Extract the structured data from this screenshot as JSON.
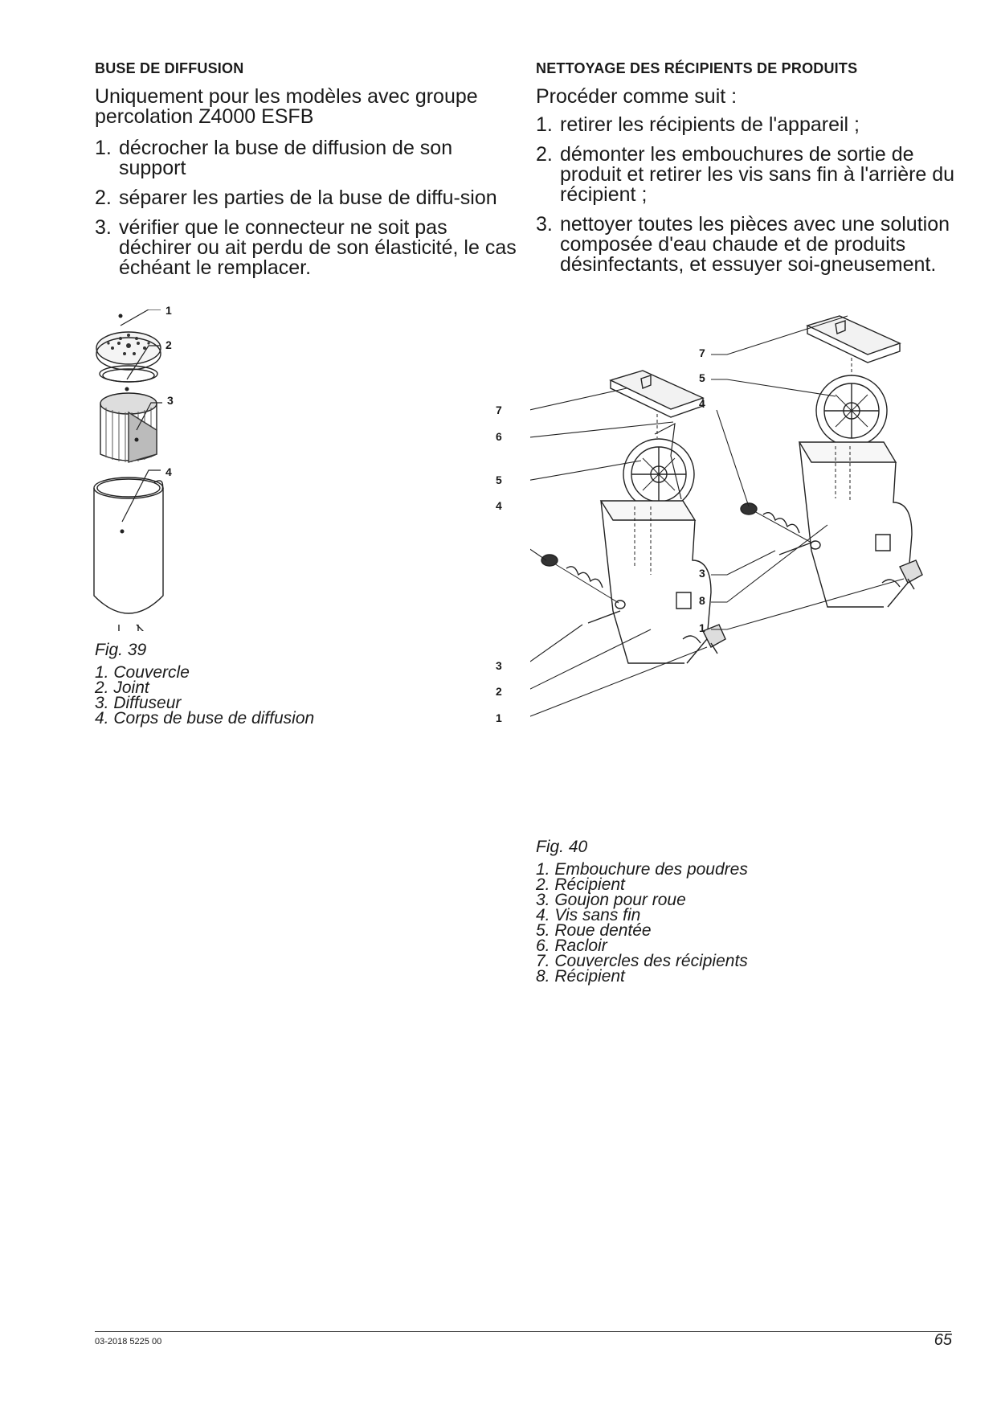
{
  "left": {
    "heading": "BUSE DE DIFFUSION",
    "intro": "Uniquement pour les modèles avec groupe percolation Z4000 ESFB",
    "steps": [
      {
        "num": "1.",
        "text": "décrocher la buse de diffusion de son support"
      },
      {
        "num": "2.",
        "text": "séparer les parties de la buse de diffu-sion"
      },
      {
        "num": "3.",
        "text": "vérifier que le connecteur ne soit pas déchirer ou ait perdu de son élasticité, le cas échéant le remplacer."
      }
    ],
    "figure": {
      "callouts": [
        "1",
        "2",
        "3",
        "4"
      ],
      "title": "Fig. 39",
      "legend": [
        "1.  Couvercle",
        "2.  Joint",
        "3.  Diffuseur",
        "4.  Corps de buse de diffusion"
      ]
    }
  },
  "right": {
    "heading": "NETTOYAGE DES RÉCIPIENTS DE PRODUITS",
    "intro": "Procéder comme suit :",
    "steps": [
      {
        "num": "1.",
        "text": "retirer les récipients de l'appareil ;"
      },
      {
        "num": "2.",
        "text": "démonter les embouchures de sortie de produit et retirer les vis sans fin à l'arrière du récipient ;"
      },
      {
        "num": "3.",
        "text": "nettoyer toutes les pièces avec une solution composée d'eau chaude et de produits désinfectants, et essuyer soi-gneusement."
      }
    ],
    "figure": {
      "callouts_left": [
        "7",
        "6",
        "5",
        "4",
        "3",
        "2",
        "1"
      ],
      "callouts_right": [
        "7",
        "5",
        "4",
        "3",
        "8",
        "1"
      ],
      "title": "Fig. 40",
      "legend": [
        "1.  Embouchure des poudres",
        "2.  Récipient",
        "3.  Goujon pour roue",
        "4.  Vis sans fin",
        "5.  Roue dentée",
        "6.  Racloir",
        "7.  Couvercles des récipients",
        "8.  Récipient"
      ]
    }
  },
  "footer": {
    "code": "03-2018 5225 00",
    "page": "65"
  }
}
